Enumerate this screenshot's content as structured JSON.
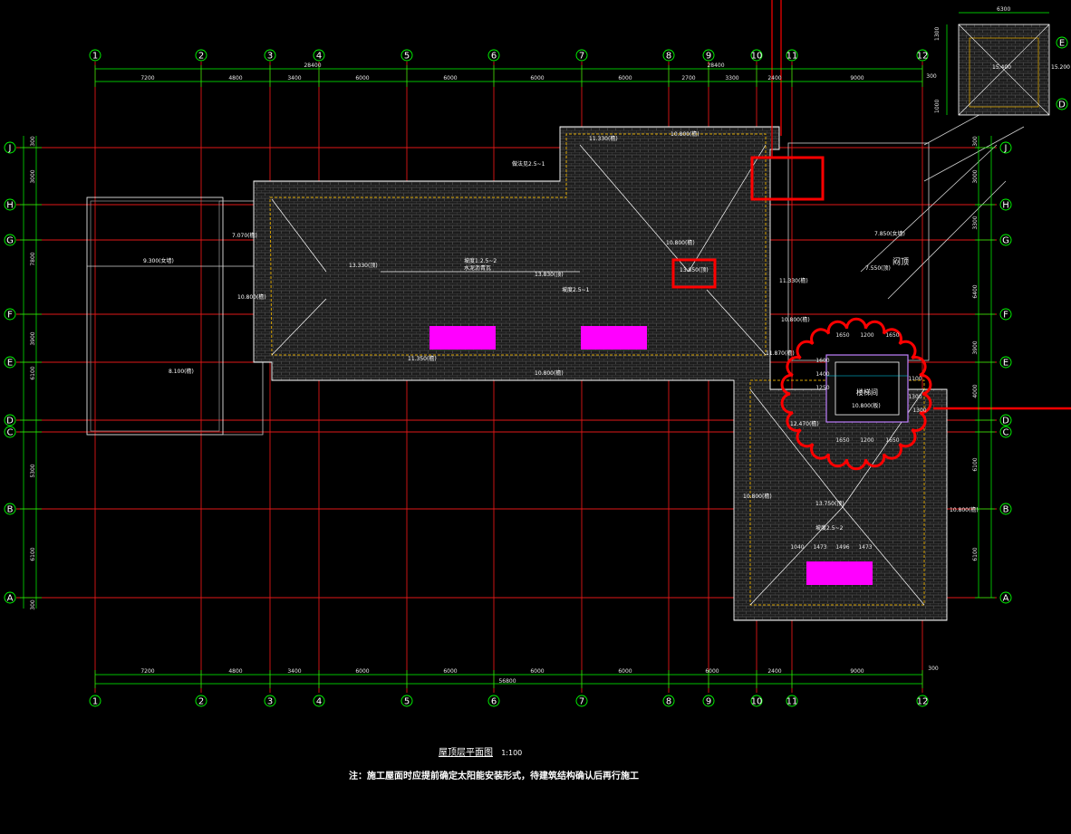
{
  "colors": {
    "background": "#000000",
    "axis_line": "#ff2020",
    "dimension": "#00ff00",
    "roof_edge": "#ffffff",
    "tile": "#3a3a3a",
    "solar_panel": "#ff00ff",
    "markup": "#ff0000",
    "gutter": "#d4a000"
  },
  "axes": {
    "columns": [
      "1",
      "2",
      "3",
      "4",
      "5",
      "6",
      "7",
      "8",
      "9",
      "10",
      "11",
      "12"
    ],
    "rows": [
      "J",
      "H",
      "G",
      "F",
      "E",
      "D",
      "C",
      "B",
      "A"
    ]
  },
  "dims": {
    "top_overall": "28400",
    "top_overall_right": "28400",
    "top_spans": [
      "7200",
      "4800",
      "3400",
      "6000",
      "6000",
      "6000",
      "6000",
      "2700",
      "3300",
      "2400",
      "9000"
    ],
    "bottom_spans": [
      "7200",
      "4800",
      "3400",
      "6000",
      "6000",
      "6000",
      "6000",
      "6000",
      "2400",
      "9000"
    ],
    "bottom_overall": "56800",
    "left_spans": [
      "300",
      "3000",
      "7800",
      "3900",
      "6100",
      "5300",
      "6100",
      "300"
    ],
    "right_spans": [
      "300",
      "3000",
      "3300",
      "6400",
      "3900",
      "4000",
      "6100",
      "6100"
    ],
    "right_extra": "300",
    "bottom_right_extra": "300",
    "inset_top": "6300",
    "inset_side": [
      "1300",
      "1000"
    ]
  },
  "labels": {
    "main_roof_slope": "坡度1:2.5~2",
    "main_roof_note": "水泥沥青瓦",
    "slope_tag": "坡度2.5~1",
    "elev_main_1": "13.330(顶)",
    "elev_main_2": "13.830(顶)",
    "elev_main_3": "13.850(顶)",
    "elev_main_4": "11.350(檐)",
    "elev_main_5": "10.800(檐)",
    "elev_main_6": "13.750(顶)",
    "elev_main_7": "11.330(檐)",
    "elev_main_8": "10.800(檐)",
    "elev_left_1": "9.300(女墙)",
    "elev_left_2": "7.070(檐)",
    "elev_left_3": "10.800(檐)",
    "elev_left_flat": "8.100(檐)",
    "elev_right_1": "7.550(顶)",
    "elev_right_2": "7.850(女墙)",
    "elev_right_3": "11.870(檐)",
    "elev_right_4": "12.470(檐)",
    "elev_right_5": "10.800(檐)",
    "elev_right_6": "10.800(檐)",
    "elev_top_1": "10.800(檐)",
    "elev_top_2": "11.330(檐)",
    "elev_low": "10.800(檐)",
    "pavilion_roof": "闷顶",
    "stair_room": "楼梯间",
    "stair_elev": "10.800(板)",
    "inset_elev": "15.400",
    "inset_elev_2": "15.200",
    "detail_tag": "做法见2.5~1",
    "small_dims": [
      "1650",
      "1200",
      "1650",
      "1650",
      "1200",
      "1650",
      "1040",
      "1473",
      "1496",
      "1473",
      "1300",
      "1250",
      "1400",
      "1600",
      "1100",
      "1300"
    ],
    "solar_note": "坡度2.5~2"
  },
  "title": {
    "main": "屋顶层平面图",
    "scale": "1:100"
  },
  "note": "注：施工屋面时应提前确定太阳能安装形式，待建筑结构确认后再行施工"
}
